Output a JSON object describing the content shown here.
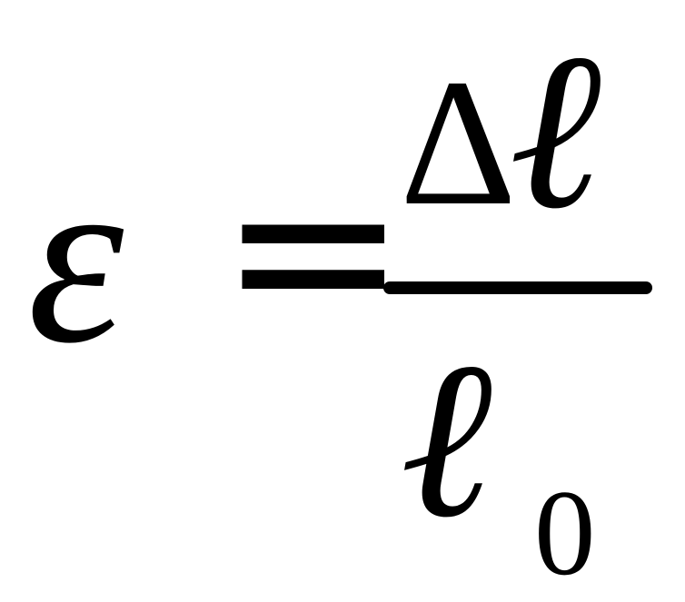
{
  "formula": {
    "lhs_symbol": "ε",
    "equals_sign": "=",
    "numerator_delta": "Δ",
    "numerator_ell": "ℓ",
    "denominator_ell": "ℓ",
    "denominator_subscript": "0"
  }
}
